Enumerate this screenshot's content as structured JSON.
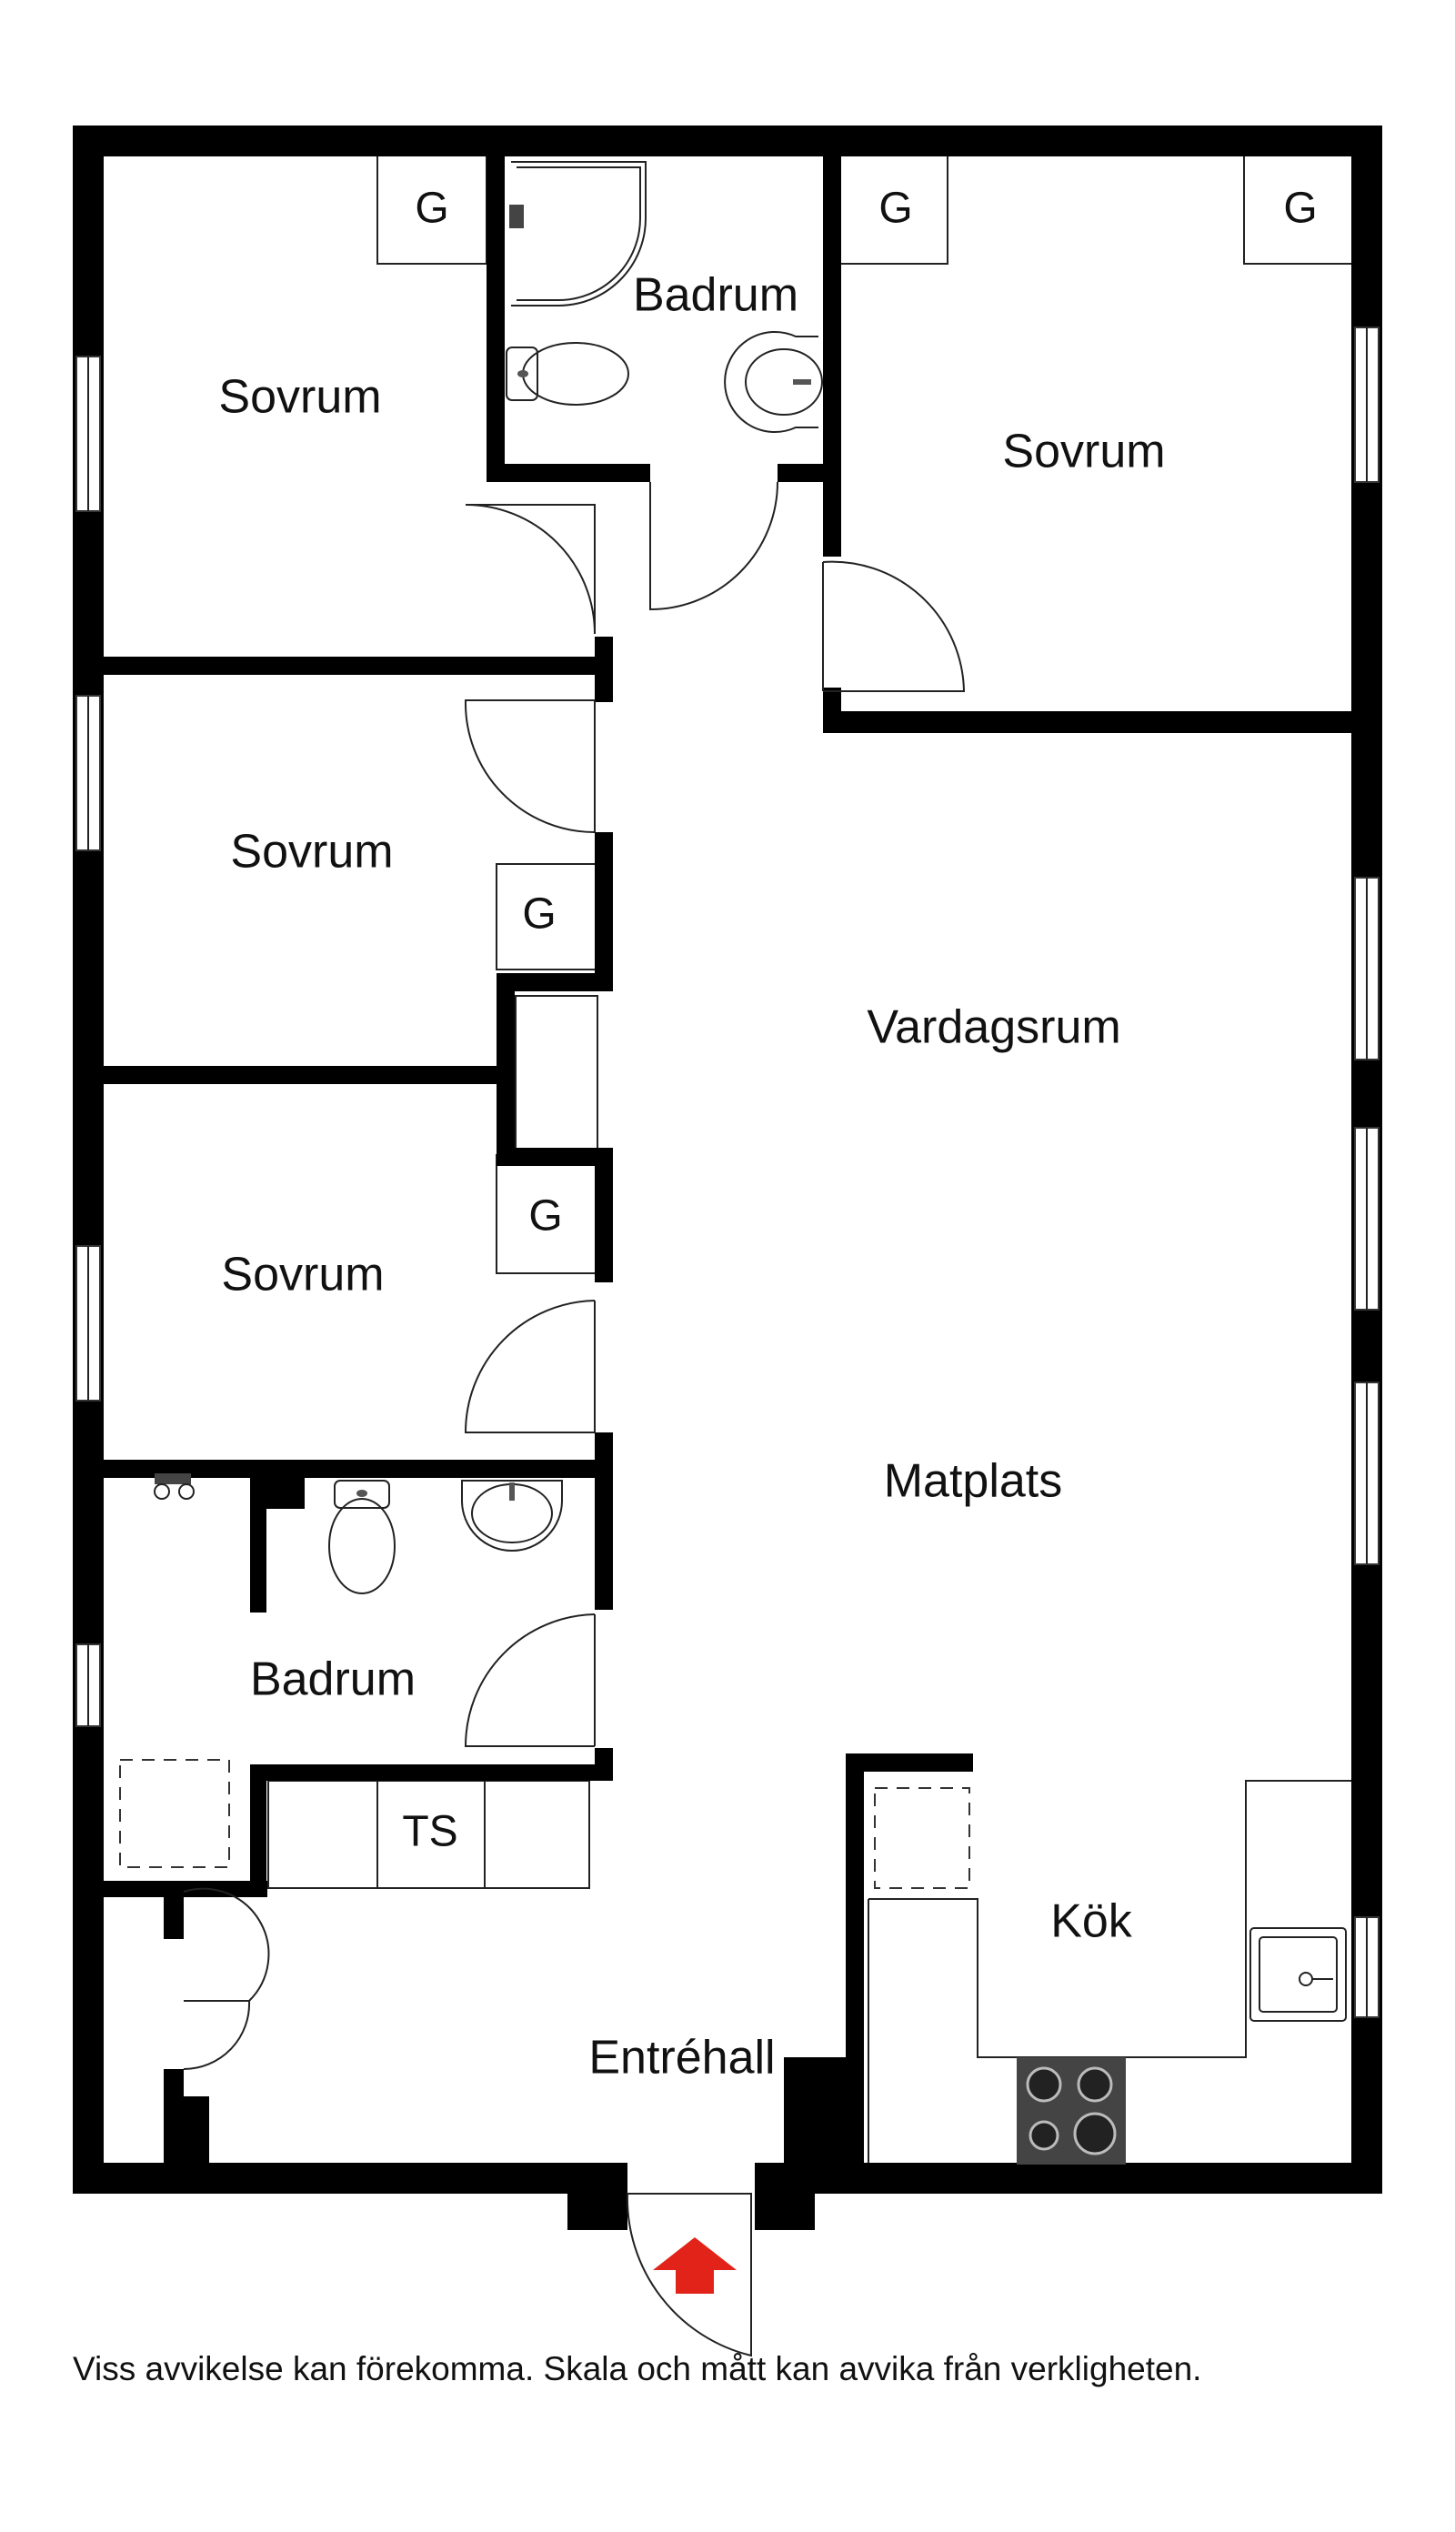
{
  "rooms": {
    "sovrum_1": "Sovrum",
    "badrum_top": "Badrum",
    "sovrum_2": "Sovrum",
    "sovrum_3": "Sovrum",
    "sovrum_4": "Sovrum",
    "vardagsrum": "Vardagsrum",
    "matplats": "Matplats",
    "badrum_bottom": "Badrum",
    "kok": "Kök",
    "entrehall": "Entréhall"
  },
  "fixtures": {
    "wardrobe": "G",
    "laundry": "TS"
  },
  "entrance_arrow_color": "#e2231a",
  "disclaimer": "Viss avvikelse kan förekomma. Skala och mått kan avvika från verkligheten."
}
